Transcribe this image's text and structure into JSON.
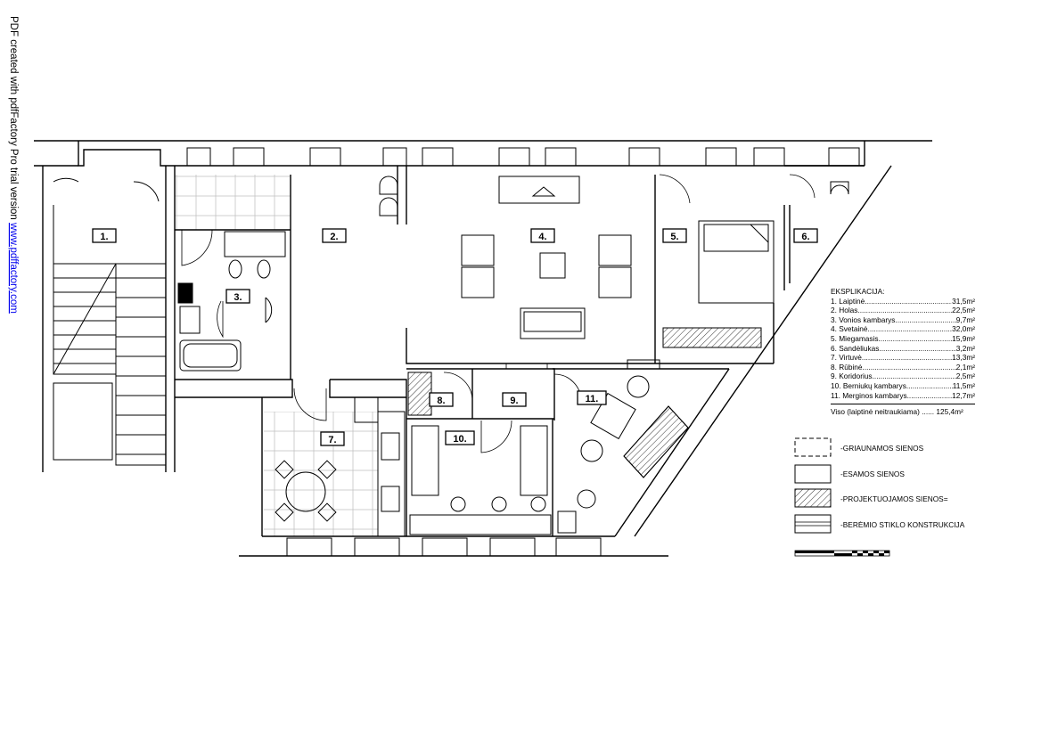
{
  "watermark": {
    "text": "PDF created with pdfFactory Pro trial version ",
    "link": "www.pdffactory.com"
  },
  "rooms": [
    {
      "number": "1."
    },
    {
      "number": "2."
    },
    {
      "number": "3."
    },
    {
      "number": "4."
    },
    {
      "number": "5."
    },
    {
      "number": "6."
    },
    {
      "number": "7."
    },
    {
      "number": "8."
    },
    {
      "number": "9."
    },
    {
      "number": "10."
    },
    {
      "number": "11."
    }
  ],
  "explication": {
    "title": "EKSPLIKACIJA:",
    "items": [
      {
        "name": "1. Laiptinė",
        "area": "31,5m²"
      },
      {
        "name": "2. Holas",
        "area": "22,5m²"
      },
      {
        "name": "3. Vonios kambarys",
        "area": "9,7m²"
      },
      {
        "name": "4. Svetainė",
        "area": "32,0m²"
      },
      {
        "name": "5. Miegamasis",
        "area": "15,9m²"
      },
      {
        "name": "6. Sandėliukas",
        "area": "3,2m²"
      },
      {
        "name": "7. Virtuvė",
        "area": "13,3m²"
      },
      {
        "name": "8. Rūbinė",
        "area": "2,1m²"
      },
      {
        "name": "9. Koridorius",
        "area": "2,5m²"
      },
      {
        "name": "10. Berniukų kambarys",
        "area": "11,5m²"
      },
      {
        "name": "11. Merginos kambarys",
        "area": "12,7m²"
      }
    ],
    "total": "Viso (laiptinė neitraukiama) ...... 125,4m²"
  },
  "legend": [
    {
      "label": "-GRIAUNAMOS SIENOS"
    },
    {
      "label": "-ESAMOS SIENOS"
    },
    {
      "label": "-PROJEKTUOJAMOS SIENOS="
    },
    {
      "label": "-BERĖMIO STIKLO KONSTRUKCIJA"
    }
  ]
}
